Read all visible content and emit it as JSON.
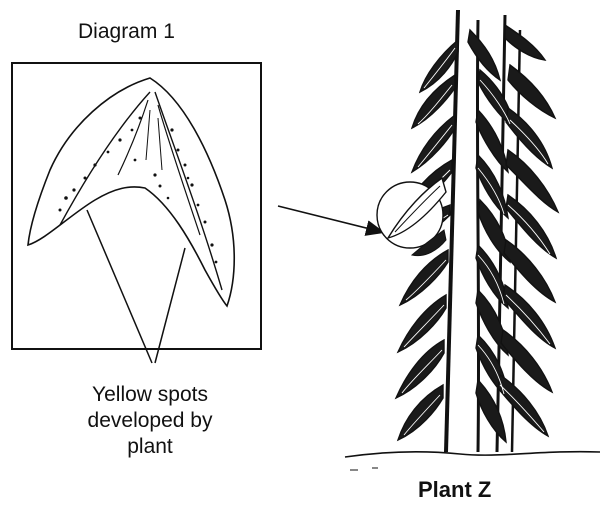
{
  "diagram": {
    "title": "Diagram 1",
    "spots_label_line1": "Yellow spots",
    "spots_label_line2": "developed by",
    "spots_label_line3": "plant",
    "plant_label": "Plant Z"
  }
}
